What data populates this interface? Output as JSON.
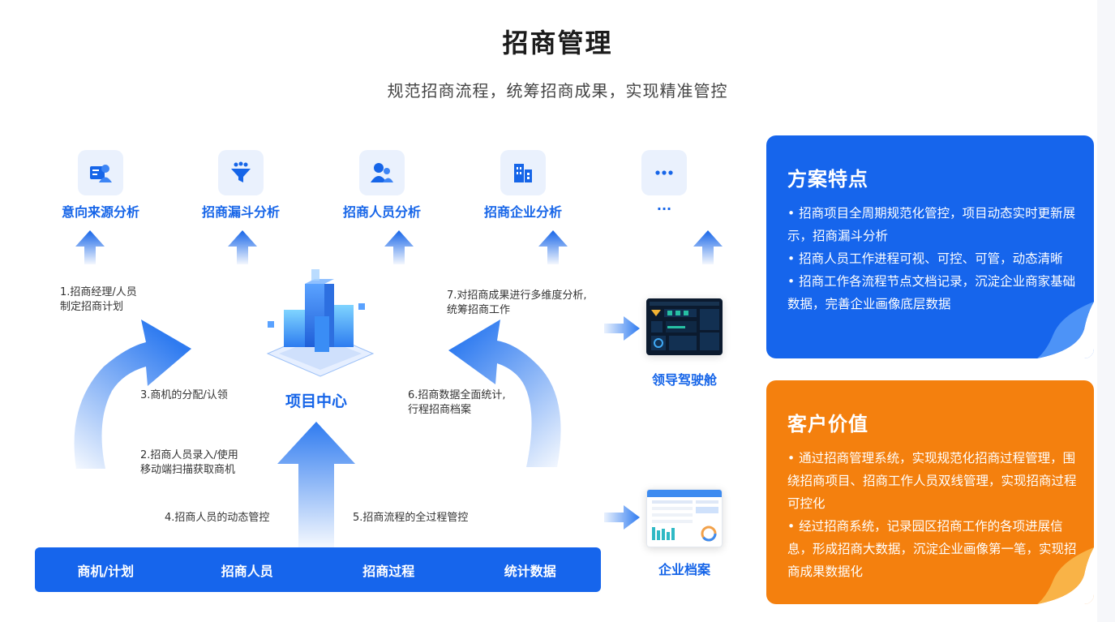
{
  "header": {
    "title": "招商管理",
    "subtitle": "规范招商流程，统筹招商成果，实现精准管控"
  },
  "analyses": [
    {
      "label": "意向来源分析",
      "icon": "person-card-icon"
    },
    {
      "label": "招商漏斗分析",
      "icon": "funnel-icon"
    },
    {
      "label": "招商人员分析",
      "icon": "people-icon"
    },
    {
      "label": "招商企业分析",
      "icon": "building-icon"
    },
    {
      "label": "···",
      "icon": "more-icon"
    }
  ],
  "steps": {
    "s1": [
      "1.招商经理/人员",
      "制定招商计划"
    ],
    "s2": [
      "2.招商人员录入/使用",
      "移动端扫描获取商机"
    ],
    "s3": "3.商机的分配/认领",
    "s4": "4.招商人员的动态管控",
    "s5": "5.招商流程的全过程管控",
    "s6": [
      "6.招商数据全面统计,",
      "行程招商档案"
    ],
    "s7": [
      "7.对招商成果进行多维度分析,",
      "统筹招商工作"
    ]
  },
  "center": {
    "label": "项目中心",
    "icon": "city-buildings-icon"
  },
  "bottom_bar": [
    "商机/计划",
    "招商人员",
    "招商过程",
    "统计数据"
  ],
  "outputs": {
    "dashboard": "领导驾驶舱",
    "archive": "企业档案"
  },
  "cards": {
    "features": {
      "title": "方案特点",
      "items": [
        "招商项目全周期规范化管控，项目动态实时更新展示，招商漏斗分析",
        "招商人员工作进程可视、可控、可管，动态清晰",
        "招商工作各流程节点文档记录，沉淀企业商家基础数据，完善企业画像底层数据"
      ]
    },
    "value": {
      "title": "客户价值",
      "items": [
        "通过招商管理系统，实现规范化招商过程管理，围绕招商项目、招商工作人员双线管理，实现招商过程可控化",
        "经过招商系统，记录园区招商工作的各项进展信息，形成招商大数据，沉淀企业画像第一笔，实现招商成果数据化"
      ]
    }
  },
  "colors": {
    "primary_blue": "#1665ec",
    "accent_orange": "#f4800e",
    "label_blue": "#1665e8"
  }
}
